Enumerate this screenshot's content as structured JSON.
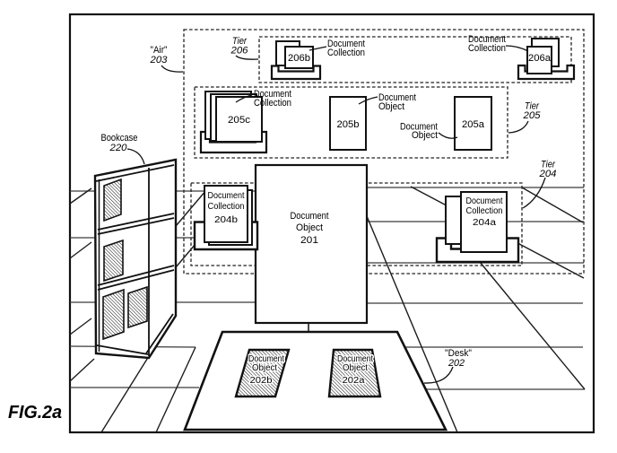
{
  "figure_label": "FIG.2a",
  "common": {
    "document": "Document",
    "object": "Object",
    "collection": "Collection"
  },
  "annotations": {
    "air": {
      "title": "\"Air\"",
      "num": "203"
    },
    "desk": {
      "title": "\"Desk\"",
      "num": "202"
    },
    "bookcase": {
      "title": "Bookcase",
      "num": "220"
    },
    "tier206": {
      "title": "Tier",
      "num": "206"
    },
    "tier205": {
      "title": "Tier",
      "num": "205"
    },
    "tier204": {
      "title": "Tier",
      "num": "204"
    }
  },
  "refs": {
    "o201": "201",
    "o202a": "202a",
    "o202b": "202b",
    "o204a": "204a",
    "o204b": "204b",
    "o205a": "205a",
    "o205b": "205b",
    "o205c": "205c",
    "o206a": "206a",
    "o206b": "206b"
  }
}
